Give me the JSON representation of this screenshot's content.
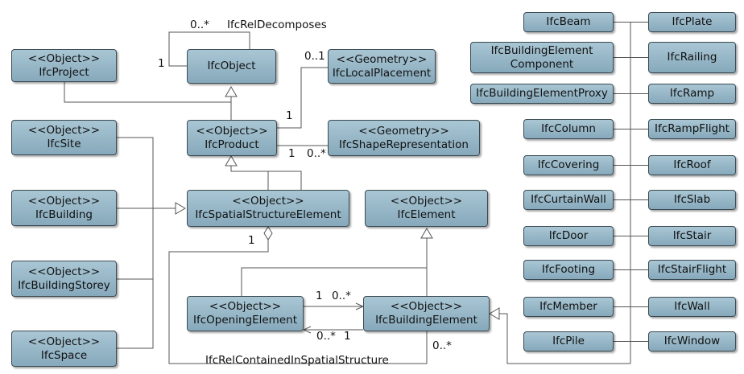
{
  "boxes": {
    "ifc_project": {
      "stereotype": "<<Object>>",
      "name": "IfcProject"
    },
    "ifc_object": {
      "name": "IfcObject"
    },
    "ifc_local_placement": {
      "stereotype": "<<Geometry>>",
      "name": "IfcLocalPlacement"
    },
    "ifc_product": {
      "stereotype": "<<Object>>",
      "name": "IfcProduct"
    },
    "ifc_shape_representation": {
      "stereotype": "<<Geometry>>",
      "name": "IfcShapeRepresentation"
    },
    "ifc_site": {
      "stereotype": "<<Object>>",
      "name": "IfcSite"
    },
    "ifc_building": {
      "stereotype": "<<Object>>",
      "name": "IfcBuilding"
    },
    "ifc_building_storey": {
      "stereotype": "<<Object>>",
      "name": "IfcBuildingStorey"
    },
    "ifc_space": {
      "stereotype": "<<Object>>",
      "name": "IfcSpace"
    },
    "ifc_spatial_structure_element": {
      "stereotype": "<<Object>>",
      "name": "IfcSpatialStructureElement"
    },
    "ifc_element": {
      "stereotype": "<<Object>>",
      "name": "IfcElement"
    },
    "ifc_opening_element": {
      "stereotype": "<<Object>>",
      "name": "IfcOpeningElement"
    },
    "ifc_building_element": {
      "stereotype": "<<Object>>",
      "name": "IfcBuildingElement"
    }
  },
  "subtypes_left": [
    "IfcBeam",
    "IfcBuildingElement Component",
    "IfcBuildingElementProxy",
    "IfcColumn",
    "IfcCovering",
    "IfcCurtainWall",
    "IfcDoor",
    "IfcFooting",
    "IfcMember",
    "IfcPile"
  ],
  "subtypes_right": [
    "IfcPlate",
    "IfcRailing",
    "IfcRamp",
    "IfcRampFlight",
    "IfcRoof",
    "IfcSlab",
    "IfcStair",
    "IfcStairFlight",
    "IfcWall",
    "IfcWindow"
  ],
  "labels": {
    "rel_decomposes": "IfcRelDecomposes",
    "decomposes_many": "0..*",
    "decomposes_one": "1",
    "placement_mult": "0..1",
    "placement_one": "1",
    "shape_one": "1",
    "shape_many": "0..*",
    "spatial_one": "1",
    "opening_one_top": "1",
    "opening_many_top": "0..*",
    "opening_many_bottom": "0..*",
    "opening_one_bottom": "1",
    "contained_many": "0..*",
    "rel_contained": "IfcRelContainedInSpatialStructure"
  },
  "colors": {
    "box_fill": "#9dbccb",
    "box_border": "#3b4a52",
    "line": "#555555"
  }
}
